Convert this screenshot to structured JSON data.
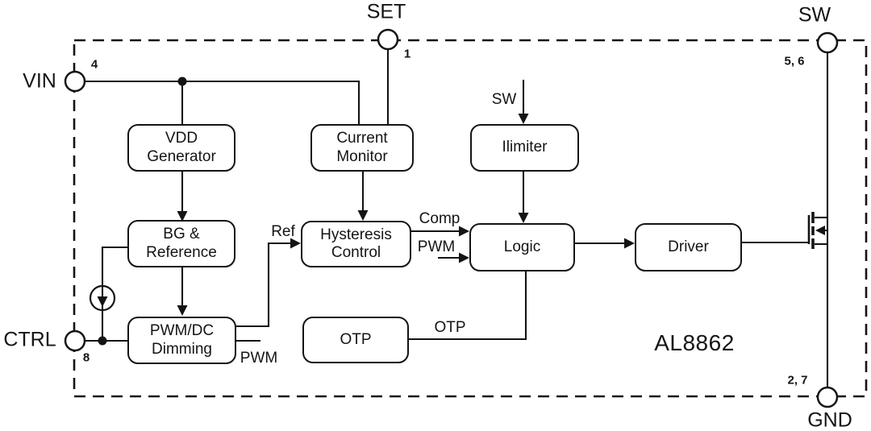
{
  "figure": {
    "chip_label": "AL8862",
    "colors": {
      "line": "#141414",
      "background": "#ffffff"
    },
    "pins": {
      "vin": {
        "label": "VIN",
        "number": "4"
      },
      "set": {
        "label": "SET",
        "number": "1"
      },
      "sw": {
        "label": "SW",
        "number": "5, 6"
      },
      "ctrl": {
        "label": "CTRL",
        "number": "8"
      },
      "gnd": {
        "label": "GND",
        "number": "2, 7"
      }
    },
    "blocks": {
      "vdd_generator": "VDD\nGenerator",
      "current_monitor": "Current\nMonitor",
      "ilimiter": "Ilimiter",
      "bg_reference": "BG &\nReference",
      "hysteresis_control": "Hysteresis\nControl",
      "logic": "Logic",
      "driver": "Driver",
      "pwm_dc_dimming": "PWM/DC\nDimming",
      "otp_block": "OTP"
    },
    "signals": {
      "sw_in": "SW",
      "ref": "Ref",
      "comp": "Comp",
      "pwm_upper": "PWM",
      "pwm_lower": "PWM",
      "otp": "OTP"
    }
  }
}
